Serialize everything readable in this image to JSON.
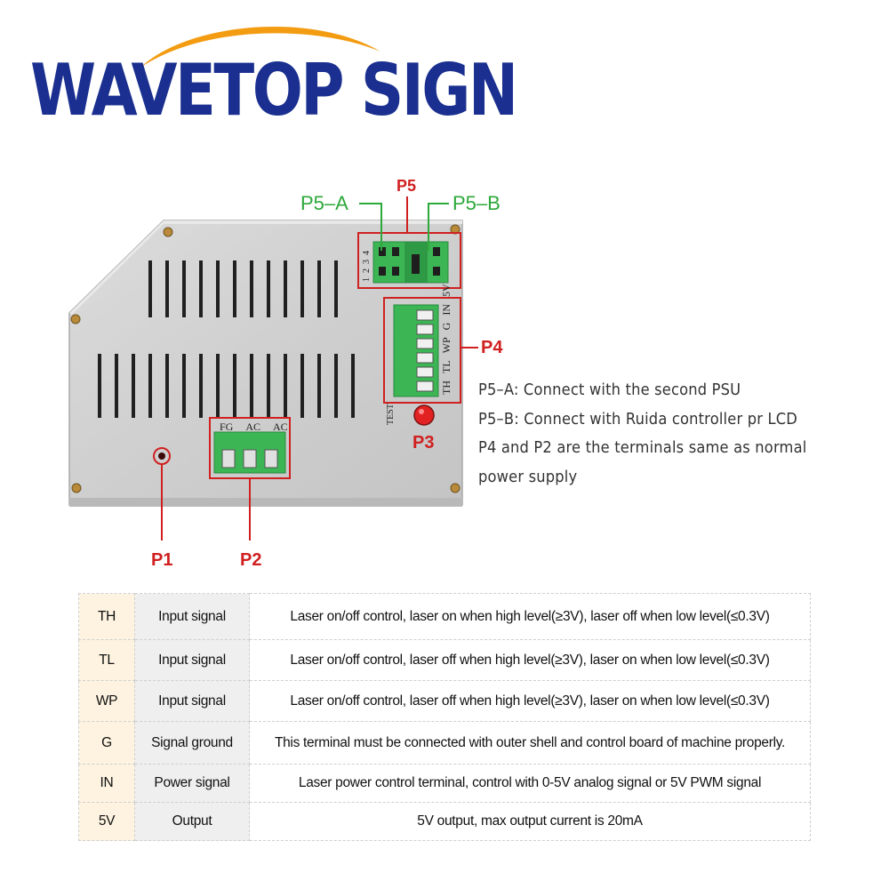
{
  "brand": {
    "logo_text": "WAVETOP SIGN",
    "text_color": "#1a2f8f",
    "arc_color": "#f39c12"
  },
  "device": {
    "connector_labels": {
      "p5_a": "P5–A",
      "p5": "P5",
      "p5_b": "P5–B",
      "p4": "P4",
      "p3": "P3",
      "p1": "P1",
      "p2": "P2"
    },
    "p4_terminal_labels": [
      "TH",
      "TL",
      "WP",
      "G",
      "IN",
      "5V"
    ],
    "p5_numbers_left": [
      "1",
      "2",
      "3",
      "4"
    ],
    "p2_terminal_labels": [
      "FG",
      "AC",
      "AC"
    ],
    "test_label": "TEST",
    "callout_red": "#d02020",
    "callout_green": "#2da83a",
    "terminal_green": "#3cb554"
  },
  "notes": [
    "P5–A: Connect with the second PSU",
    "P5–B: Connect with Ruida controller pr LCD",
    "P4 and P2 are the terminals same as normal",
    "power supply"
  ],
  "pin_table": {
    "rows": [
      {
        "pin": "TH",
        "type": "Input signal",
        "description": "Laser on/off control, laser on when high level(≥3V), laser off when low level(≤0.3V)"
      },
      {
        "pin": "TL",
        "type": "Input signal",
        "description": "Laser on/off control, laser off when high level(≥3V), laser on when low level(≤0.3V)"
      },
      {
        "pin": "WP",
        "type": "Input signal",
        "description": "Laser on/off control, laser off when high level(≥3V), laser on when low level(≤0.3V)"
      },
      {
        "pin": "G",
        "type": "Signal ground",
        "description": "This terminal must be connected with outer shell and control board of machine properly."
      },
      {
        "pin": "IN",
        "type": "Power signal",
        "description": "Laser power control terminal, control with 0-5V analog signal or 5V PWM signal"
      },
      {
        "pin": "5V",
        "type": "Output",
        "description": "5V output, max output current is 20mA"
      }
    ]
  }
}
